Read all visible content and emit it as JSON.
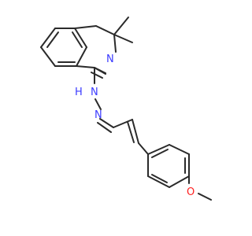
{
  "molecule": {
    "atom_labels": {
      "imine_n": "N",
      "hydrazone_nh": "N",
      "hydrazone_nh_h": "H",
      "hydrazone_n": "N",
      "methoxy_o": "O"
    },
    "colors": {
      "bond": "#2a2a2a",
      "nitrogen": "#3b3bff",
      "oxygen": "#ff2020",
      "background": "#ffffff"
    }
  }
}
